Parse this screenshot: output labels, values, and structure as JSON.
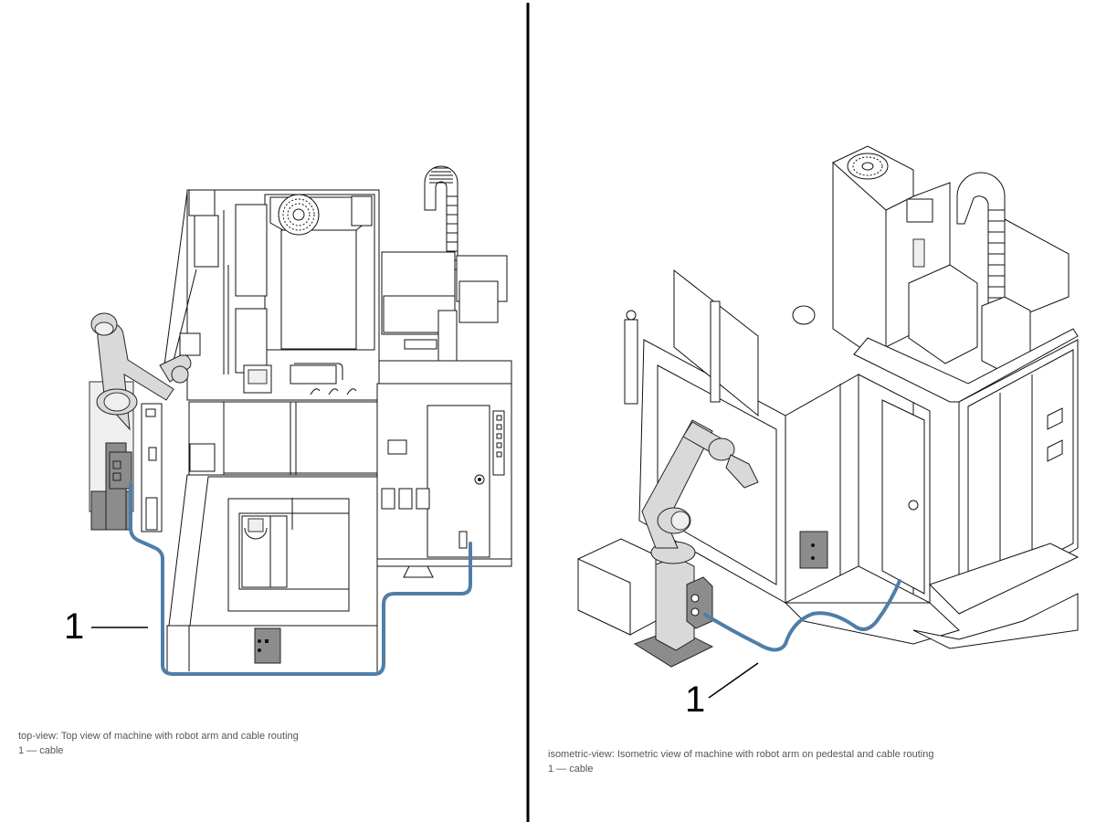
{
  "figure": {
    "views": [
      {
        "name": "top-view",
        "description": "Top view of machine with robot arm and cable routing"
      },
      {
        "name": "isometric-view",
        "description": "Isometric view of machine with robot arm on pedestal and cable routing"
      }
    ],
    "callouts": [
      {
        "number": "1",
        "target": "cable"
      },
      {
        "number": "1",
        "target": "cable"
      }
    ]
  },
  "colors": {
    "cable": "#4f7ea8",
    "divider": "#000000",
    "line": "#111111",
    "shade": "#d9d9d9",
    "dark_shade": "#8c8c8c"
  }
}
